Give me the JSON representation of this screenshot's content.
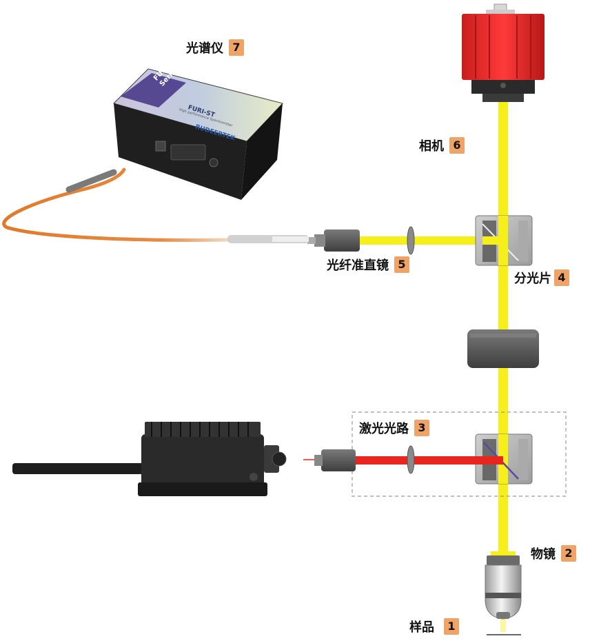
{
  "colors": {
    "beam_yellow": "#f6ef1a",
    "beam_red": "#e8251f",
    "camera_red": "#e02a2a",
    "fiber_orange": "#e07a2a",
    "housing_dark": "#222222",
    "badge_orange": "#f0a366"
  },
  "labels": {
    "spectrometer": {
      "text": "光谱仪",
      "num": "7"
    },
    "camera": {
      "text": "相机",
      "num": "6"
    },
    "collimator": {
      "text": "光纤准直镜",
      "num": "5"
    },
    "beamsplitter": {
      "text": "分光片",
      "num": "4"
    },
    "laser_path": {
      "text": "激光光路",
      "num": "3"
    },
    "objective": {
      "text": "物镜",
      "num": "2"
    },
    "sample": {
      "text": "样品",
      "num": "1"
    }
  },
  "spectrometer_device": {
    "series": "FURI\nSeries",
    "model": "FURI-ST",
    "subtitle": "High performance Spectrometer",
    "brand": "RUDEERTEK"
  }
}
